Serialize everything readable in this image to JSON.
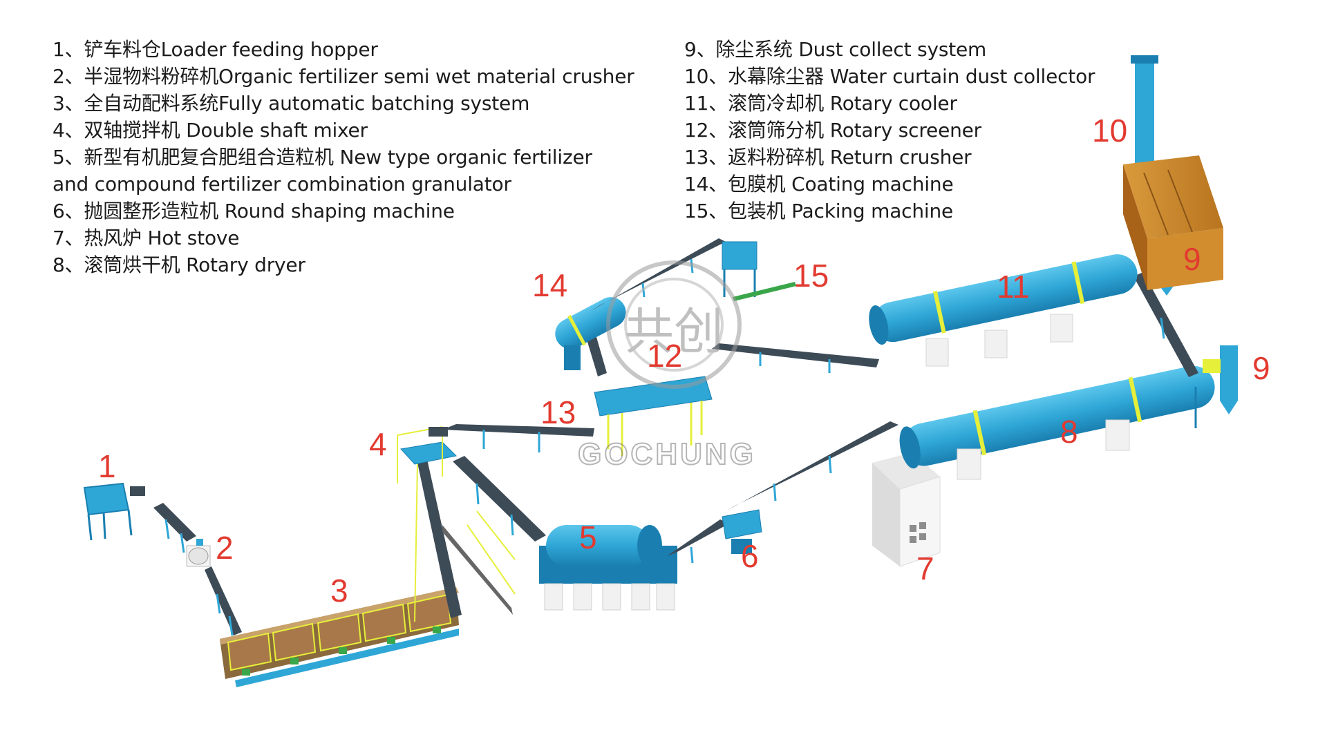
{
  "legend_left": [
    "1、铲车料仓Loader feeding hopper",
    "2、半湿物料粉碎机Organic fertilizer semi wet material crusher",
    "3、全自动配料系统Fully automatic batching system",
    "4、双轴搅拌机 Double shaft mixer",
    "5、新型有机肥复合肥组合造粒机 New type organic fertilizer and compound fertilizer combination granulator",
    "6、抛圆整形造粒机 Round shaping machine",
    "7、热风炉 Hot stove",
    "8、滚筒烘干机 Rotary dryer"
  ],
  "legend_right": [
    "9、除尘系统 Dust collect system",
    "10、水幕除尘器 Water curtain dust collector",
    "11、滚筒冷却机 Rotary cooler",
    "12、滚筒筛分机 Rotary screener",
    "13、返料粉碎机 Return crusher",
    "14、包膜机 Coating machine",
    "15、包装机 Packing machine"
  ],
  "callouts": {
    "c1": "1",
    "c2": "2",
    "c3": "3",
    "c4": "4",
    "c5": "5",
    "c6": "6",
    "c7": "7",
    "c8": "8",
    "c9a": "9",
    "c9b": "9",
    "c10": "10",
    "c11": "11",
    "c12": "12",
    "c13": "13",
    "c14": "14",
    "c15": "15"
  },
  "watermark": {
    "brand": "GOCHUNG",
    "logo_text": "共创"
  },
  "colors": {
    "machine_blue": "#2ea6d6",
    "machine_blue_dark": "#1a7fb0",
    "belt": "#3d4b57",
    "frame_yellow": "#e6ef3a",
    "stove_white": "#f2f2f2",
    "collector_brown": "#d28d2f",
    "callout_red": "#e23a30"
  }
}
